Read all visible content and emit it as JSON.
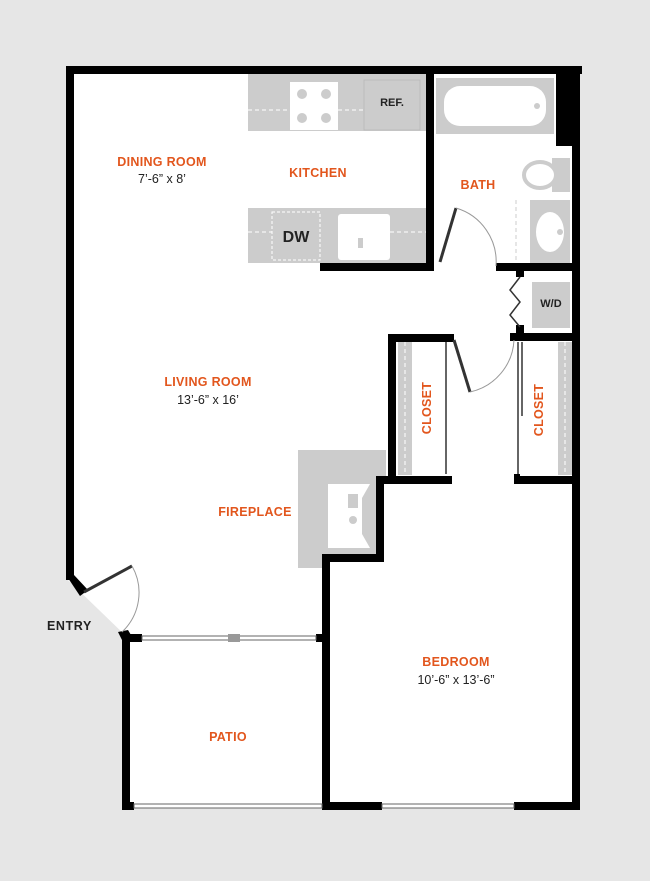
{
  "colors": {
    "accent": "#e2561d",
    "wall": "#000000",
    "fixture": "#cccccc",
    "exterior": "#e6e6e6",
    "floor": "#ffffff",
    "text": "#222222"
  },
  "rooms": {
    "dining_room": {
      "name": "DINING ROOM",
      "dimensions": "7’-6” x 8’"
    },
    "kitchen": {
      "name": "KITCHEN"
    },
    "bath": {
      "name": "BATH"
    },
    "living_room": {
      "name": "LIVING ROOM",
      "dimensions": "13’-6” x 16’"
    },
    "fireplace": {
      "name": "FIREPLACE"
    },
    "closet_left": {
      "name": "CLOSET"
    },
    "closet_right": {
      "name": "CLOSET"
    },
    "bedroom": {
      "name": "BEDROOM",
      "dimensions": "10’-6” x 13’-6”"
    },
    "patio": {
      "name": "PATIO"
    }
  },
  "fixtures": {
    "refrigerator": "REF.",
    "dishwasher": "DW",
    "washer_dryer": "W/D"
  },
  "entry": {
    "label": "ENTRY"
  }
}
